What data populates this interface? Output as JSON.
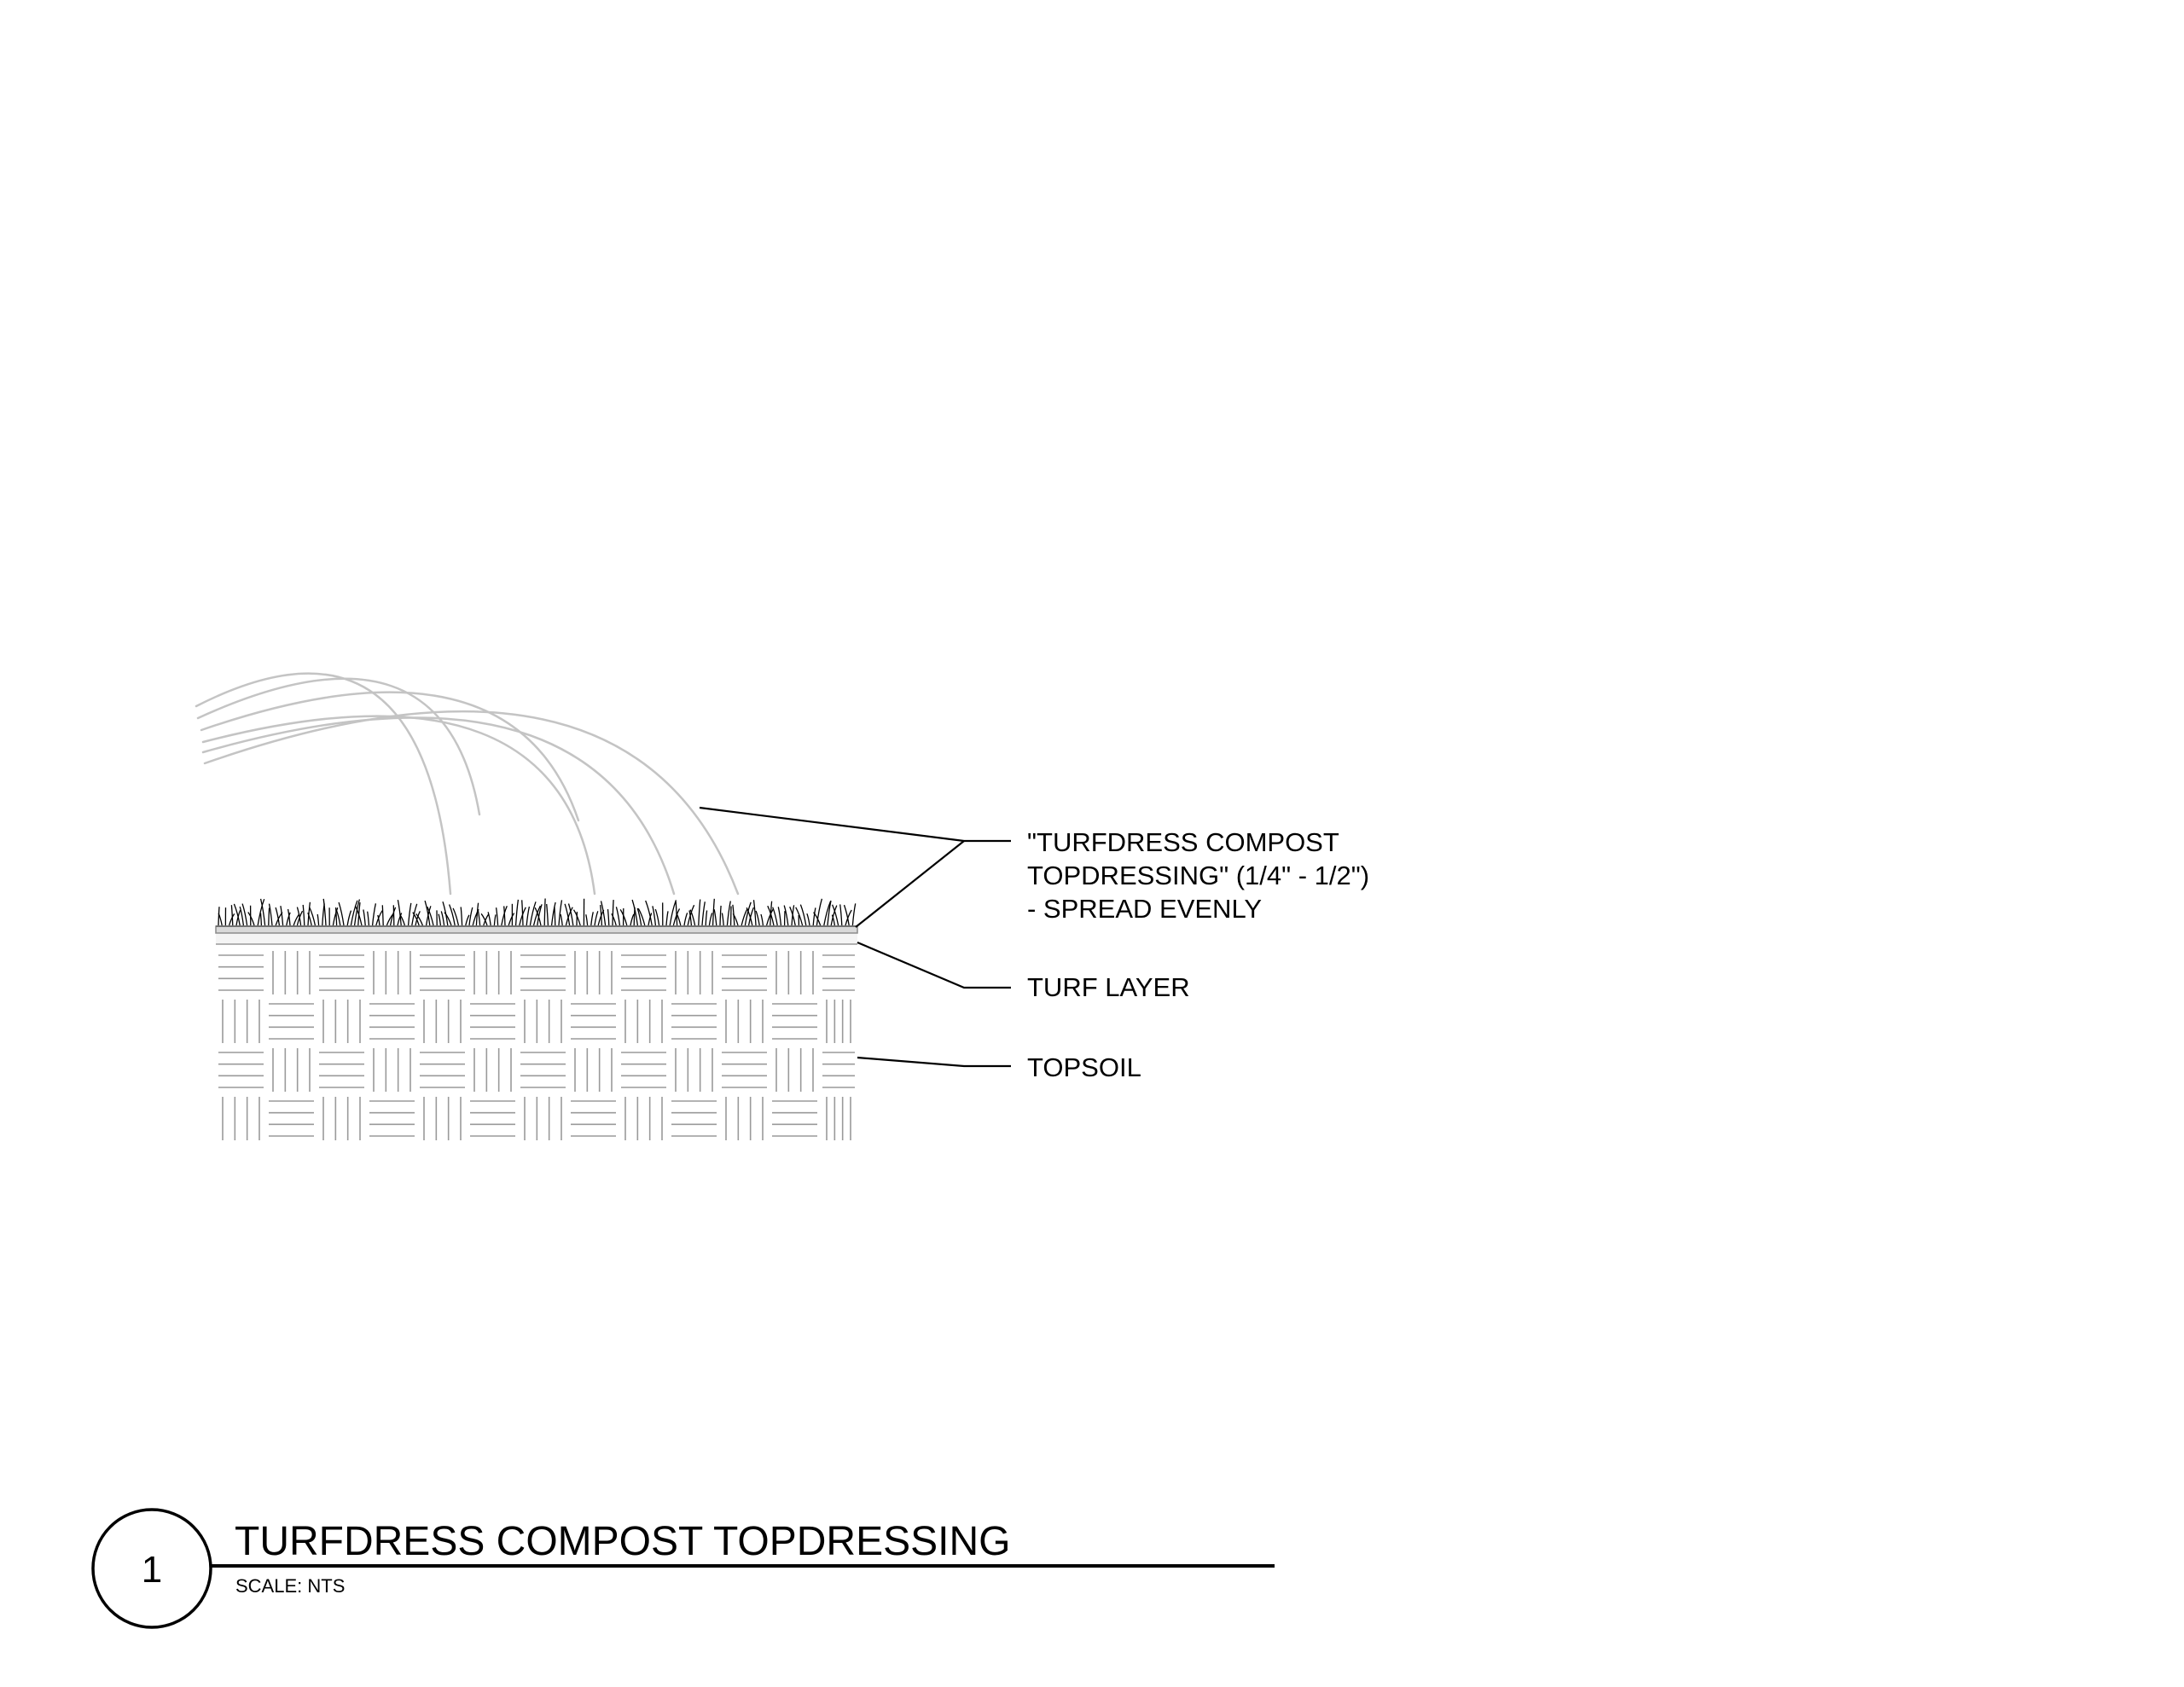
{
  "callouts": {
    "compost": {
      "line1": "\"TURFDRESS COMPOST",
      "line2": "TOPDRESSING\" (1/4\" - 1/2\")",
      "line3": "- SPREAD EVENLY"
    },
    "turf": {
      "label": "TURF LAYER"
    },
    "topsoil": {
      "label": "TOPSOIL"
    }
  },
  "title_block": {
    "detail_number": "1",
    "title": "TURFDRESS COMPOST TOPDRESSING",
    "scale": "SCALE: NTS"
  },
  "colors": {
    "linework": "#000000",
    "spray": "#c4c4c4",
    "hatch": "#9a9a9a",
    "compost_fill": "#d9d9d9"
  }
}
